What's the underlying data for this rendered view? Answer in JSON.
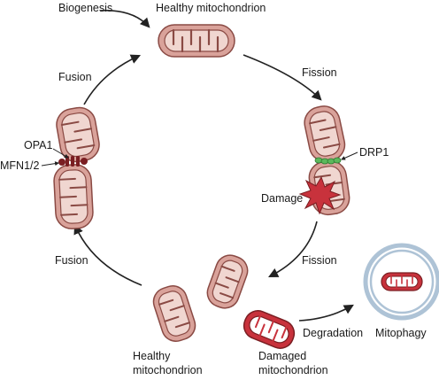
{
  "labels": {
    "biogenesis": "Biogenesis",
    "healthy_top": "Healthy mitochondrion",
    "fission_top": "Fission",
    "fission_bottom": "Fission",
    "fusion_top": "Fusion",
    "fusion_bottom": "Fusion",
    "opa1": "OPA1",
    "mfn12": "MFN1/2",
    "drp1": "DRP1",
    "damage": "Damage",
    "degradation": "Degradation",
    "mitophagy": "Mitophagy",
    "healthy_bottom_l1": "Healthy",
    "healthy_bottom_l2": "mitochondrion",
    "damaged_l1": "Damaged",
    "damaged_l2": "mitochondrion"
  },
  "colors": {
    "membrane_fill": "#d9a29a",
    "membrane_stroke": "#8a4a44",
    "inner_fill": "#f0d6d0",
    "damaged_fill": "#c8323c",
    "damage_star": "#c8323c",
    "drp1": "#5cb85c",
    "mfn": "#7a1e22",
    "vesicle_outer": "#aec3d6",
    "arrow": "#222222"
  }
}
